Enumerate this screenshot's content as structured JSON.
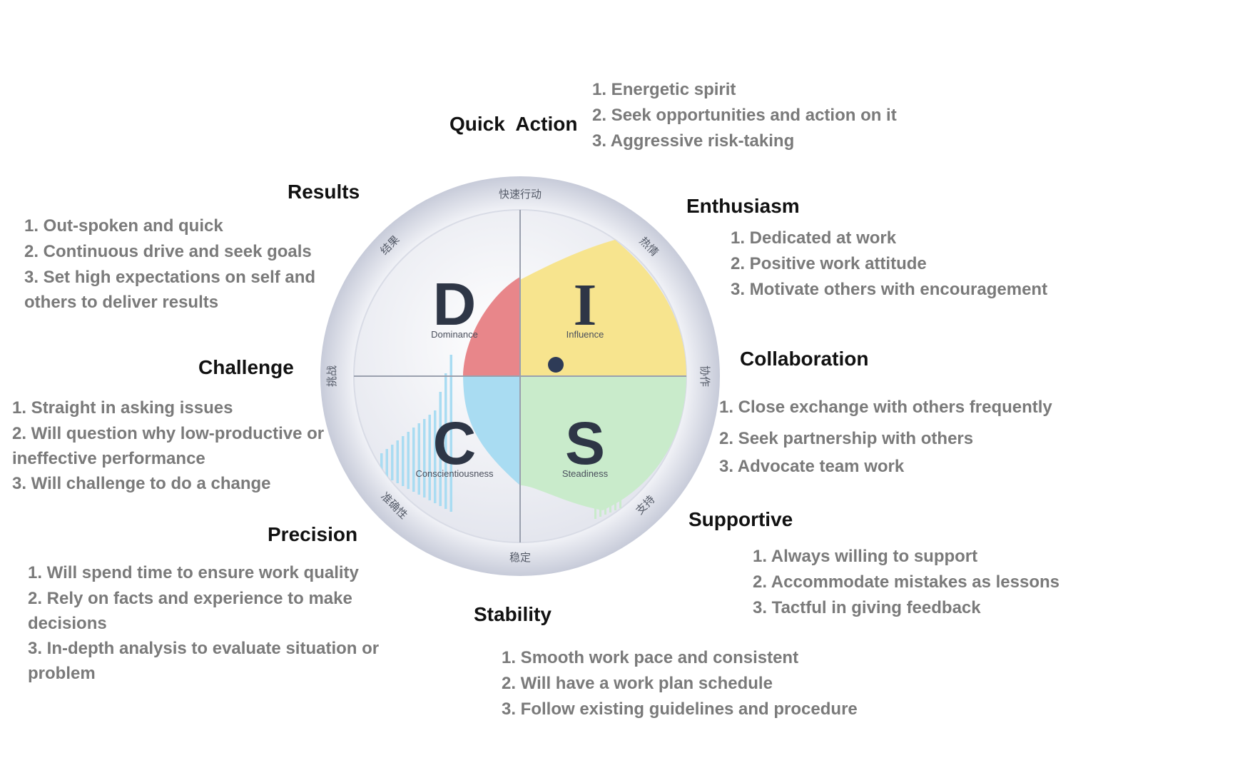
{
  "wheel": {
    "quadrants": [
      {
        "letter": "D",
        "name": "Dominance",
        "color": "#e8868a"
      },
      {
        "letter": "I",
        "name": "Influence",
        "color": "#f7e48e"
      },
      {
        "letter": "C",
        "name": "Conscientiousness",
        "color": "#a9dcf2"
      },
      {
        "letter": "S",
        "name": "Steadiness",
        "color": "#c9ebcb"
      }
    ],
    "ring_labels": {
      "top": "快速行动",
      "top_right": "热情",
      "right": "协作",
      "bottom_right": "支持",
      "bottom": "稳定",
      "bottom_left": "准确性",
      "left": "挑战",
      "top_left": "结果"
    },
    "marker_color": "#2e3b57"
  },
  "traits": {
    "quick_action": {
      "title": "Quick  Action",
      "items": [
        "1. Energetic spirit",
        "2. Seek opportunities and action on it",
        "3. Aggressive risk-taking"
      ]
    },
    "enthusiasm": {
      "title": "Enthusiasm",
      "items": [
        "1. Dedicated at work",
        "2. Positive work attitude",
        "3. Motivate others with encouragement"
      ]
    },
    "collaboration": {
      "title": "Collaboration",
      "items": [
        "1. Close exchange with others frequently",
        "2. Seek partnership with others",
        "3. Advocate team work"
      ]
    },
    "supportive": {
      "title": "Supportive",
      "items": [
        "1. Always willing to support",
        "2. Accommodate mistakes as lessons",
        "3. Tactful in giving feedback"
      ]
    },
    "stability": {
      "title": "Stability",
      "items": [
        "1. Smooth work pace and consistent",
        "2. Will have a work plan schedule",
        "3. Follow existing guidelines and procedure"
      ]
    },
    "precision": {
      "title": "Precision",
      "items": [
        "1. Will spend time to ensure work quality",
        "2. Rely on facts and experience to make decisions",
        "3. In-depth analysis to evaluate situation or problem"
      ]
    },
    "challenge": {
      "title": "Challenge",
      "items": [
        "1. Straight in asking issues",
        "2. Will question why low-productive or ineffective performance",
        "3. Will challenge to do a change"
      ]
    },
    "results": {
      "title": "Results",
      "items": [
        "1. Out-spoken and quick",
        "2. Continuous drive  and seek goals",
        "3. Set high expectations on self and others to deliver results"
      ]
    }
  }
}
